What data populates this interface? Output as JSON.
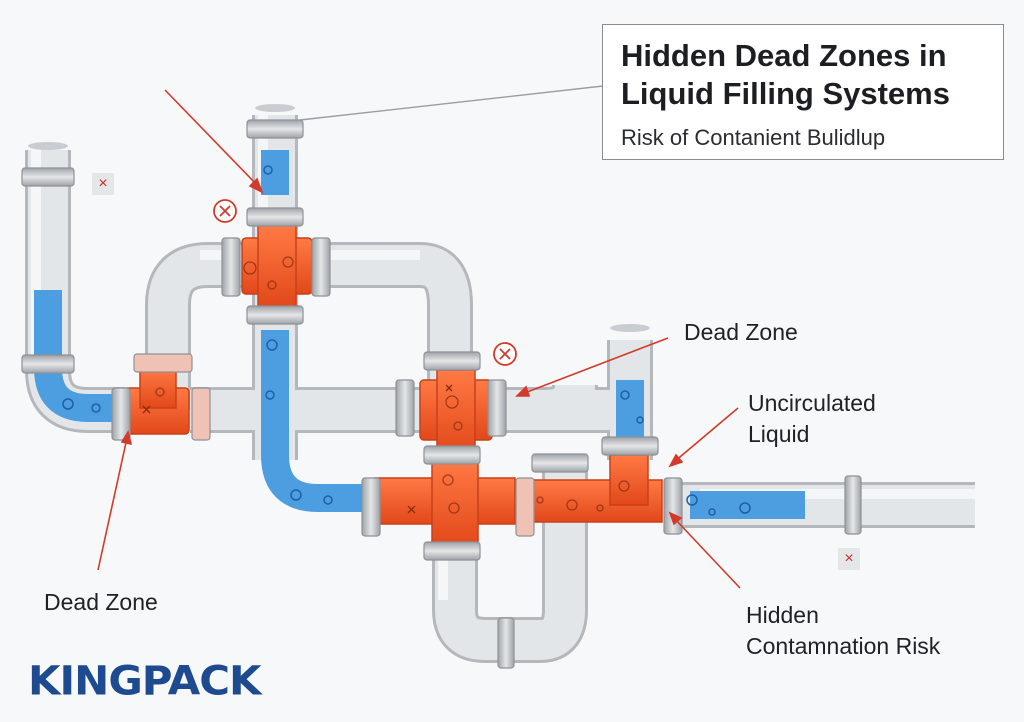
{
  "title": {
    "line1": "Hidden Dead Zones in",
    "line2": "Liquid Filling Systems",
    "subtitle": "Risk of Contanient Bulidlup"
  },
  "labels": {
    "dead_zone_left": "Dead Zone",
    "dead_zone_right": "Dead Zone",
    "uncirculated_line1": "Uncirculated",
    "uncirculated_line2": "Liquid",
    "hidden_line1": "Hidden",
    "hidden_line2": "Contamnation Risk"
  },
  "logo": "KINGPACK",
  "warning_symbol": "×",
  "colors": {
    "pipe_grey": "#dfe2e5",
    "fitting_grey": "#b9bdc1",
    "liquid_blue": "#4d9ee0",
    "dead_zone_orange": "#f05a23",
    "leader_red": "#d43a2a",
    "logo_blue": "#1e4a8f"
  }
}
